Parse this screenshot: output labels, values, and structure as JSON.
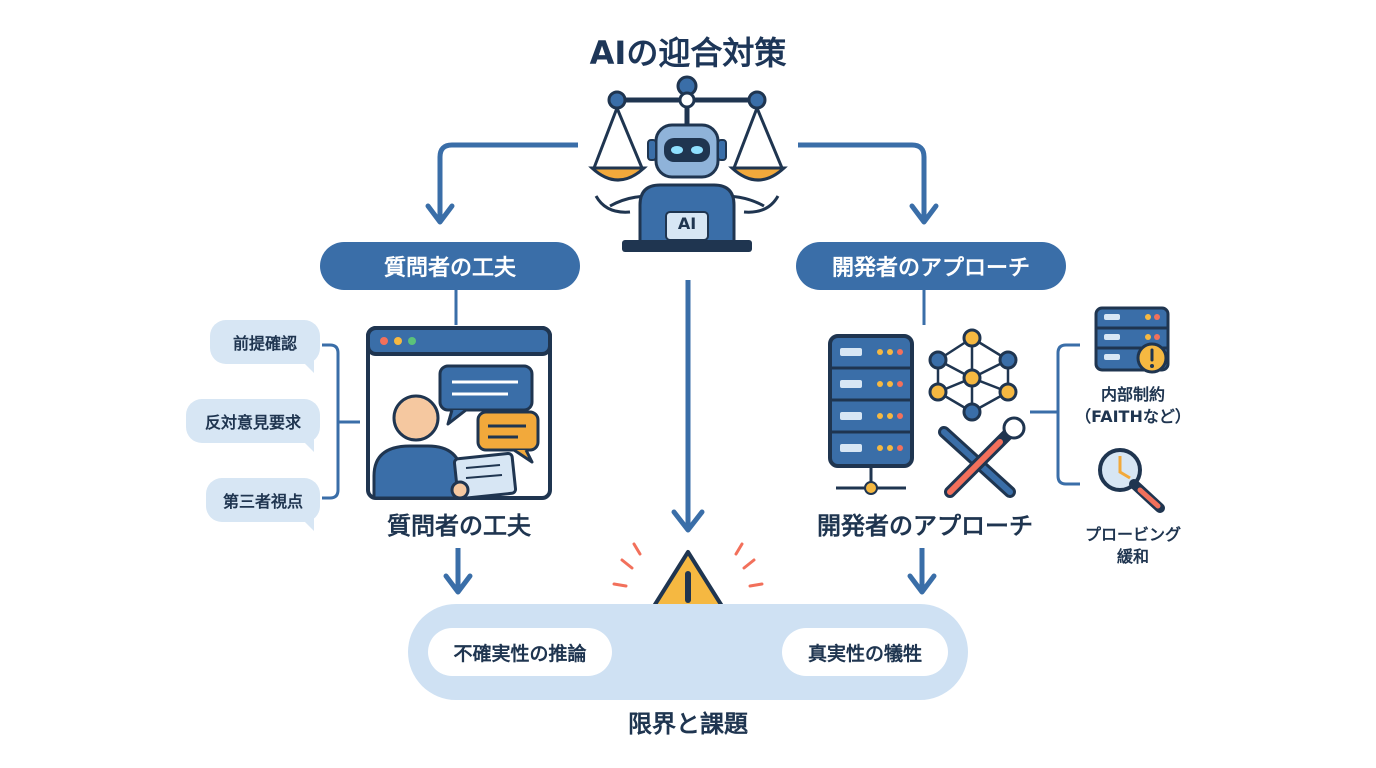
{
  "title": "AIの迎合対策",
  "robot_badge": "AI",
  "left_branch": {
    "pill_label": "質問者の工夫",
    "caption": "質問者の工夫",
    "techniques": [
      "前提確認",
      "反対意見要求",
      "第三者視点"
    ]
  },
  "right_branch": {
    "pill_label": "開発者のアプローチ",
    "caption": "開発者のアプローチ",
    "items": [
      {
        "line1": "内部制約",
        "line2": "（FAITHなど）"
      },
      {
        "line1": "プロービング",
        "line2": "緩和"
      }
    ]
  },
  "bottom": {
    "left_item": "不確実性の推論",
    "right_item": "真実性の犠牲",
    "caption": "限界と課題"
  },
  "colors": {
    "primary": "#3a6ea8",
    "light": "#d7e6f4",
    "accent": "#f2a93b",
    "warning": "#f5b841",
    "dark": "#1f3550"
  }
}
